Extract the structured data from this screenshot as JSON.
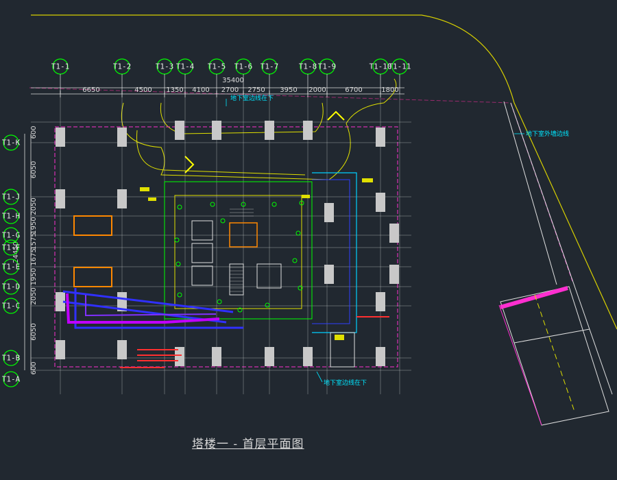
{
  "drawing": {
    "title": "塔楼一 - 首层平面图",
    "overall_width": "35400",
    "overall_depth": "24450",
    "column_axes": [
      "T1-1",
      "T1-2",
      "T1-3",
      "T1-4",
      "T1-5",
      "T1-6",
      "T1-7",
      "T1-8",
      "T1-9",
      "T1-10",
      "T1-11"
    ],
    "column_spacings": [
      "6650",
      "4500",
      "1350",
      "4100",
      "2700",
      "2750",
      "3950",
      "2000",
      "6700",
      "1800"
    ],
    "row_axes": [
      "T1-A",
      "T1-B",
      "T1-C",
      "T1-D",
      "T1-E",
      "T1-F",
      "T1-G",
      "T1-H",
      "T1-J",
      "T1-K"
    ],
    "row_spacings": [
      "600",
      "6050",
      "2050",
      "1950",
      "1575",
      "1675",
      "1950",
      "2050",
      "6050",
      "600"
    ],
    "notes": {
      "basement_line_top": "地下室边线在下",
      "basement_line_bottom": "地下室边线在下",
      "basement_exterior_wall": "地下室外墙边线"
    },
    "colors": {
      "background": "#212830",
      "grid": "#ffffff",
      "dimension": "#dcdcdc",
      "axis_bubble": "#00ff00",
      "boundary": "#ff2fd0",
      "road": "#ffff00",
      "equipment": "#00ff00",
      "duct": "#3030ff",
      "pipe": "#ff00ff",
      "note": "#00e6ff",
      "fire_pipe": "#ff3030"
    }
  }
}
